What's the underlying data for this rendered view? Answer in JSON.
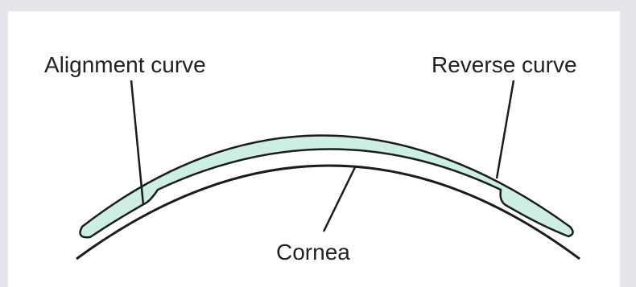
{
  "diagram": {
    "labels": {
      "alignment_curve": "Alignment curve",
      "reverse_curve": "Reverse curve",
      "cornea": "Cornea"
    },
    "colors": {
      "lens_fill": "#cdeee3",
      "outline": "#1c1c1c",
      "background": "#ffffff",
      "frame": "#e6e5ec"
    }
  }
}
